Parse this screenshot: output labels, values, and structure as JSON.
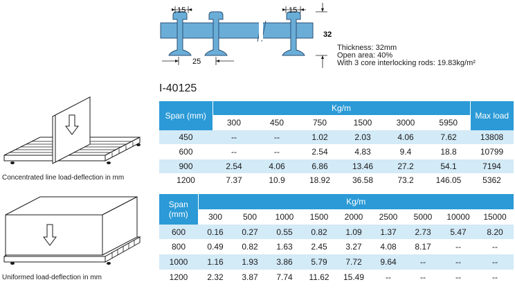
{
  "profile": {
    "dim_top_left": "15",
    "dim_top_right": "15",
    "dim_thickness": "32",
    "dim_bottom": "25",
    "specs": [
      "Thickness: 32mm",
      "Open area: 40%",
      "With 3 core interlocking rods: 19.83kg/m²"
    ]
  },
  "model_title": "I-40125",
  "table1": {
    "span_header": "Span (mm)",
    "kg_header": "Kg/m",
    "max_header": "Max load",
    "loads": [
      "300",
      "450",
      "750",
      "1500",
      "3000",
      "5950"
    ],
    "rows": [
      {
        "span": "450",
        "values": [
          "--",
          "--",
          "1.02",
          "2.03",
          "4.06",
          "7.62"
        ],
        "max": "13808"
      },
      {
        "span": "600",
        "values": [
          "--",
          "--",
          "2.54",
          "4.83",
          "9.4",
          "18.8"
        ],
        "max": "10799"
      },
      {
        "span": "900",
        "values": [
          "2.54",
          "4.06",
          "6.86",
          "13.46",
          "27.2",
          "54.1"
        ],
        "max": "7194"
      },
      {
        "span": "1200",
        "values": [
          "7.37",
          "10.9",
          "18.92",
          "36.58",
          "73.2",
          "146.05"
        ],
        "max": "5362"
      }
    ]
  },
  "table2": {
    "span_header_1": "Span",
    "span_header_2": "(mm)",
    "kg_header": "Kg/m",
    "loads": [
      "300",
      "500",
      "1000",
      "1500",
      "2000",
      "2500",
      "5000",
      "10000",
      "15000"
    ],
    "rows": [
      {
        "span": "600",
        "values": [
          "0.16",
          "0.27",
          "0.55",
          "0.82",
          "1.09",
          "1.37",
          "2.73",
          "5.47",
          "8.20"
        ]
      },
      {
        "span": "800",
        "values": [
          "0.49",
          "0.82",
          "1.63",
          "2.45",
          "3.27",
          "4.08",
          "8.17",
          "--",
          "--"
        ]
      },
      {
        "span": "1000",
        "values": [
          "1.16",
          "1.93",
          "3.86",
          "5.79",
          "7.72",
          "9.64",
          "--",
          "--",
          "--"
        ]
      },
      {
        "span": "1200",
        "values": [
          "2.32",
          "3.87",
          "7.74",
          "11.62",
          "15.49",
          "--",
          "--",
          "--",
          "--"
        ]
      }
    ]
  },
  "captions": {
    "line": "Concentrated line load-deflection in mm",
    "uniform": "Uniformed load-deflection in mm"
  },
  "colors": {
    "header_blue": "#2b9ad6",
    "row_light_blue": "#d3eaf7",
    "profile_fill": "#6aaed8",
    "profile_stroke": "#2a4f73"
  }
}
